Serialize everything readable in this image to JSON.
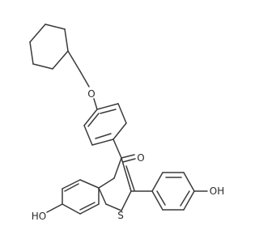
{
  "atoms": {
    "ketone_oxygen": "O",
    "ether_oxygen": "O",
    "sulfur": "S",
    "hydroxyl_left": "HO",
    "hydroxyl_right": "OH"
  },
  "colors": {
    "bond": "#3a3a3a",
    "label": "#2a2a2a",
    "background": "#ffffff"
  }
}
